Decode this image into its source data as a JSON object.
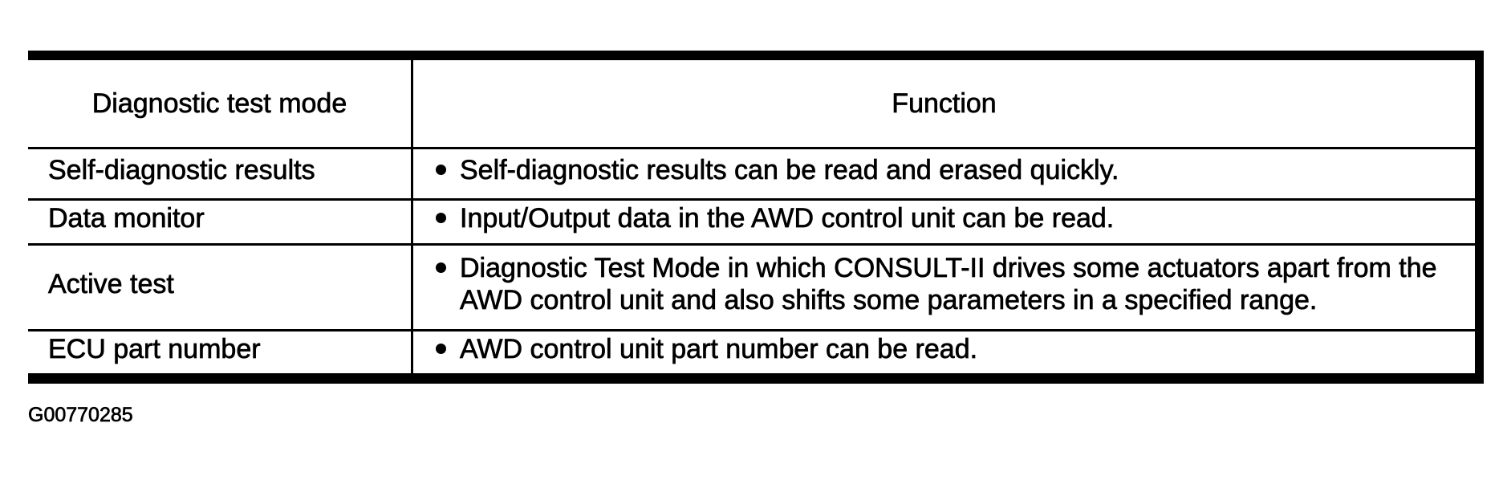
{
  "figure": {
    "code": "G00770285"
  },
  "table": {
    "header": {
      "mode_label": "Diagnostic test mode",
      "function_label": "Function"
    },
    "rows": [
      {
        "mode": "Self-diagnostic results",
        "function": "Self-diagnostic results can be read and erased quickly."
      },
      {
        "mode": "Data monitor",
        "function": "Input/Output data in the AWD control unit can be read."
      },
      {
        "mode": "Active test",
        "function": "Diagnostic Test Mode in which CONSULT-II drives some actuators apart from the AWD control unit and also shifts some parameters in a specified range."
      },
      {
        "mode": "ECU part number",
        "function": "AWD control unit part number can be read."
      }
    ]
  }
}
